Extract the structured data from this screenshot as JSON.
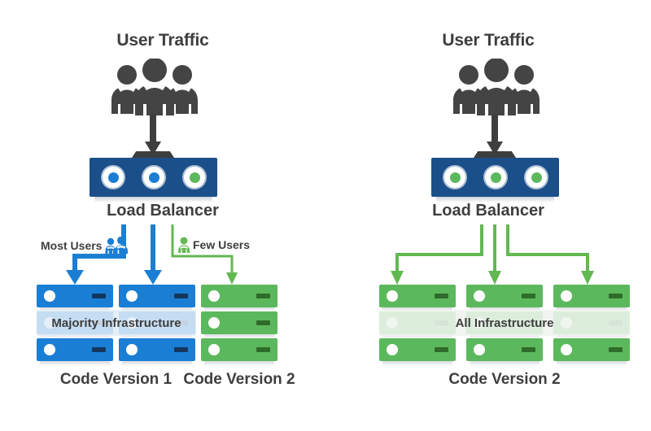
{
  "colors": {
    "blue_primary": "#1a7fd4",
    "blue_dark": "#1b4f8a",
    "blue_led": "#1a7fd4",
    "green_primary": "#5cb85c",
    "green_accent": "#62b956",
    "green_arrow": "#62b851",
    "blue_arrow": "#1a7fd4",
    "text_dark": "#3e3e3e",
    "people_gray": "#444444",
    "band_left": "#dde8f3",
    "band_right": "#eaf0ea",
    "background": "#ffffff"
  },
  "panels": [
    {
      "id": "canary-deployment",
      "title": "User Traffic",
      "load_balancer_label": "Load Balancer",
      "load_balancer_leds": [
        "blue",
        "blue",
        "green"
      ],
      "infrastructure_band": "Majority Infrastructure",
      "connector_labels": [
        {
          "text": "Most Users",
          "icon": "two-people-icon",
          "color": "blue"
        },
        {
          "text": "Few Users",
          "icon": "one-person-icon",
          "color": "green"
        }
      ],
      "server_columns": [
        {
          "color": "blue",
          "units": 3
        },
        {
          "color": "blue",
          "units": 3
        },
        {
          "color": "green",
          "units": 3
        }
      ],
      "version_labels": [
        {
          "text": "Code Version 1"
        },
        {
          "text": "Code Version 2"
        }
      ]
    },
    {
      "id": "full-rollout",
      "title": "User Traffic",
      "load_balancer_label": "Load Balancer",
      "load_balancer_leds": [
        "green",
        "green",
        "green"
      ],
      "infrastructure_band": "All Infrastructure",
      "connector_labels": [],
      "server_columns": [
        {
          "color": "green",
          "units": 3
        },
        {
          "color": "green",
          "units": 3
        },
        {
          "color": "green",
          "units": 3
        }
      ],
      "version_labels": [
        {
          "text": "Code Version 2"
        }
      ]
    }
  ]
}
